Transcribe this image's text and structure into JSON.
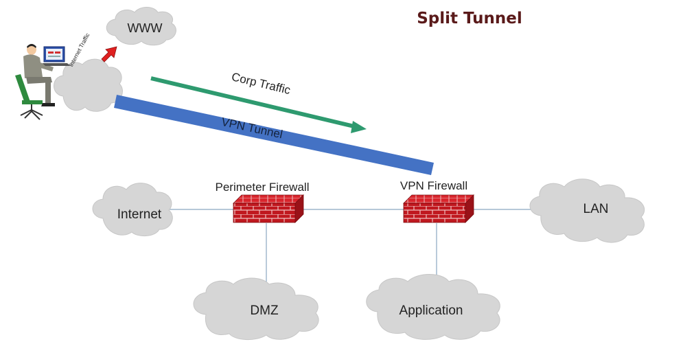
{
  "title": "Split Tunnel",
  "colors": {
    "title": "#5a1a1a",
    "cloud": "#d6d6d6",
    "cloud_edge": "#bdbdbd",
    "line": "#8aa6c1",
    "vpn_tunnel": "#4472c4",
    "corp_arrow": "#2e9a6f",
    "internet_arrow": "#e02020",
    "firewall_brick": "#c0181f",
    "firewall_mortar": "#e8b8b8"
  },
  "labels": {
    "www": "WWW",
    "internet_traffic": "Internet Traffic",
    "corp_traffic": "Corp Traffic",
    "vpn_tunnel": "VPN Tunnel",
    "perimeter_firewall": "Perimeter Firewall",
    "vpn_firewall": "VPN Firewall",
    "internet": "Internet",
    "lan": "LAN",
    "dmz": "DMZ",
    "application": "Application"
  },
  "icons": [
    "person-at-computer-icon",
    "firewall-icon",
    "cloud-icon"
  ]
}
